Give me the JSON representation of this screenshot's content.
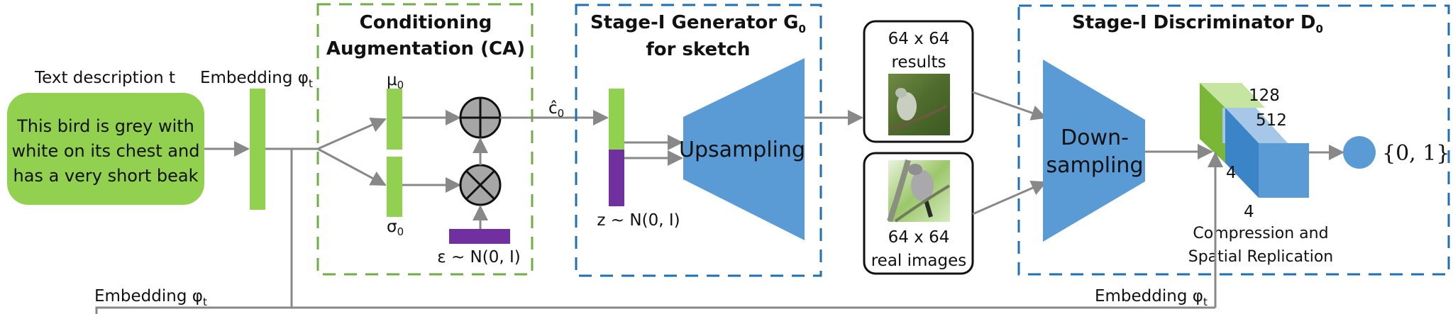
{
  "colors": {
    "green": "#92d050",
    "green_dark": "#7ab737",
    "green_light": "#c5e5a0",
    "purple": "#7030a0",
    "blue": "#5b9bd5",
    "blue_dark": "#3c84c8",
    "blue_light": "#a6c7e8",
    "green_dash": "#70ad47",
    "blue_dash": "#1f6fb5",
    "arrow": "#888888",
    "op_fill": "#a6a6a6"
  },
  "input": {
    "label": "Text description t",
    "text_lines": [
      "This bird is grey with",
      "white on its chest and",
      "has a very short beak"
    ]
  },
  "embedding": {
    "label": "Embedding φ",
    "subscript": "t"
  },
  "ca_block": {
    "title_lines": [
      "Conditioning",
      "Augmentation (CA)"
    ],
    "mu_label": "μ",
    "mu_sub": "0",
    "sigma_label": "σ",
    "sigma_sub": "0",
    "add_op": "plus-circle",
    "mul_op": "times-circle",
    "epsilon_label": "ε ~ N(0, I)"
  },
  "c_hat": {
    "label": "ĉ",
    "subscript": "0"
  },
  "generator_block": {
    "title_line1": "Stage-I Generator G",
    "title_sub": "0",
    "title_line2": "for sketch",
    "z_label": "z ~ N(0, I)",
    "upsampling_label": "Upsampling"
  },
  "results_box": {
    "lines": [
      "64 x 64",
      "results"
    ],
    "image": "generated-bird-thumbnail"
  },
  "real_box": {
    "lines": [
      "64 x 64",
      "real images"
    ],
    "image": "real-bird-thumbnail"
  },
  "discriminator_block": {
    "title": "Stage-I Discriminator D",
    "title_sub": "0",
    "downsampling_lines": [
      "Down-",
      "sampling"
    ],
    "cube_labels": {
      "depth_text": "128",
      "depth_feat": "512",
      "height": "4",
      "width": "4"
    },
    "cube_caption_lines": [
      "Compression and",
      "Spatial Replication"
    ],
    "output_label": "{0, 1}"
  },
  "bottom_path": {
    "left_label": "Embedding φ",
    "left_sub": "t",
    "right_label": "Embedding φ",
    "right_sub": "t"
  }
}
